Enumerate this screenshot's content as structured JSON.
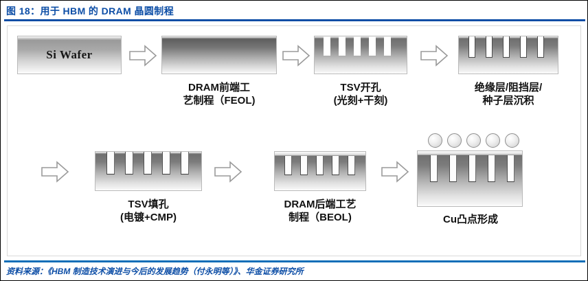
{
  "figure": {
    "title": "图 18：用于 HBM 的 DRAM 晶圆制程",
    "source": "资料来源：《HBM 制造技术演进与今后的发展趋势（付永明等）》、华金证券研究所",
    "title_color": "#0d4ea6",
    "rule_color": "#0d6eb8"
  },
  "steps": [
    {
      "id": "si-wafer",
      "label": "",
      "block_text": "Si Wafer",
      "kind": "wafer"
    },
    {
      "id": "feol",
      "label": "DRAM前端工\n艺制程（FEOL)",
      "block_text": "",
      "kind": "flat"
    },
    {
      "id": "tsv-etch",
      "label": "TSV开孔\n(光刻+干刻)",
      "block_text": "",
      "kind": "trenches"
    },
    {
      "id": "liner-deposition",
      "label": "绝缘层/阻挡层/\n种子层沉积",
      "block_text": "",
      "kind": "lined-trenches"
    },
    {
      "id": "tsv-fill",
      "label": "TSV填孔\n(电镀+CMP)",
      "block_text": "",
      "kind": "vias"
    },
    {
      "id": "beol",
      "label": "DRAM后端工艺\n制程（BEOL)",
      "block_text": "",
      "kind": "vias-capped"
    },
    {
      "id": "cu-bump",
      "label": "Cu凸点形成",
      "block_text": "",
      "kind": "bumps"
    }
  ],
  "arrows": [
    {
      "id": "arrow-1",
      "direction": "right"
    },
    {
      "id": "arrow-2",
      "direction": "right"
    },
    {
      "id": "arrow-3",
      "direction": "right"
    },
    {
      "id": "arrow-4",
      "direction": "right"
    },
    {
      "id": "arrow-5",
      "direction": "right"
    },
    {
      "id": "arrow-6",
      "direction": "right"
    }
  ]
}
